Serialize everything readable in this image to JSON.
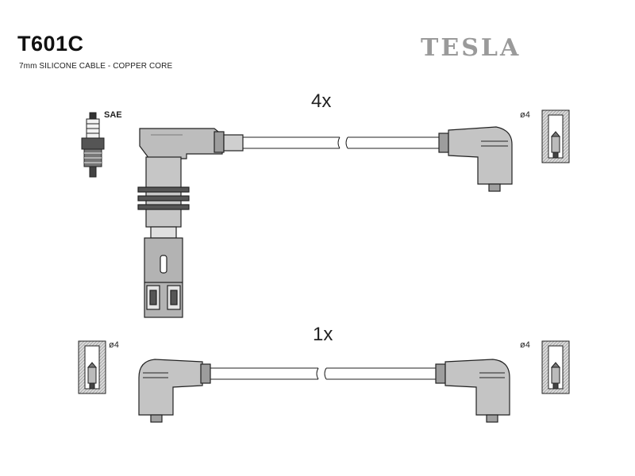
{
  "header": {
    "part_number": "T601C",
    "description": "7mm SILICONE CABLE - COPPER CORE",
    "brand": "TESLA"
  },
  "cable_sets": [
    {
      "quantity": "4x"
    },
    {
      "quantity": "1x"
    }
  ],
  "labels": {
    "spark_plug_type": "SAE",
    "terminal_top_right": "ø4",
    "terminal_bottom_left": "ø4",
    "terminal_bottom_right": "ø4"
  },
  "colors": {
    "line": "#222222",
    "fill_light": "#e6e6e6",
    "fill_mid": "#bdbdbd",
    "fill_dark": "#6e6e6e",
    "brand": "#9a9a9a"
  }
}
